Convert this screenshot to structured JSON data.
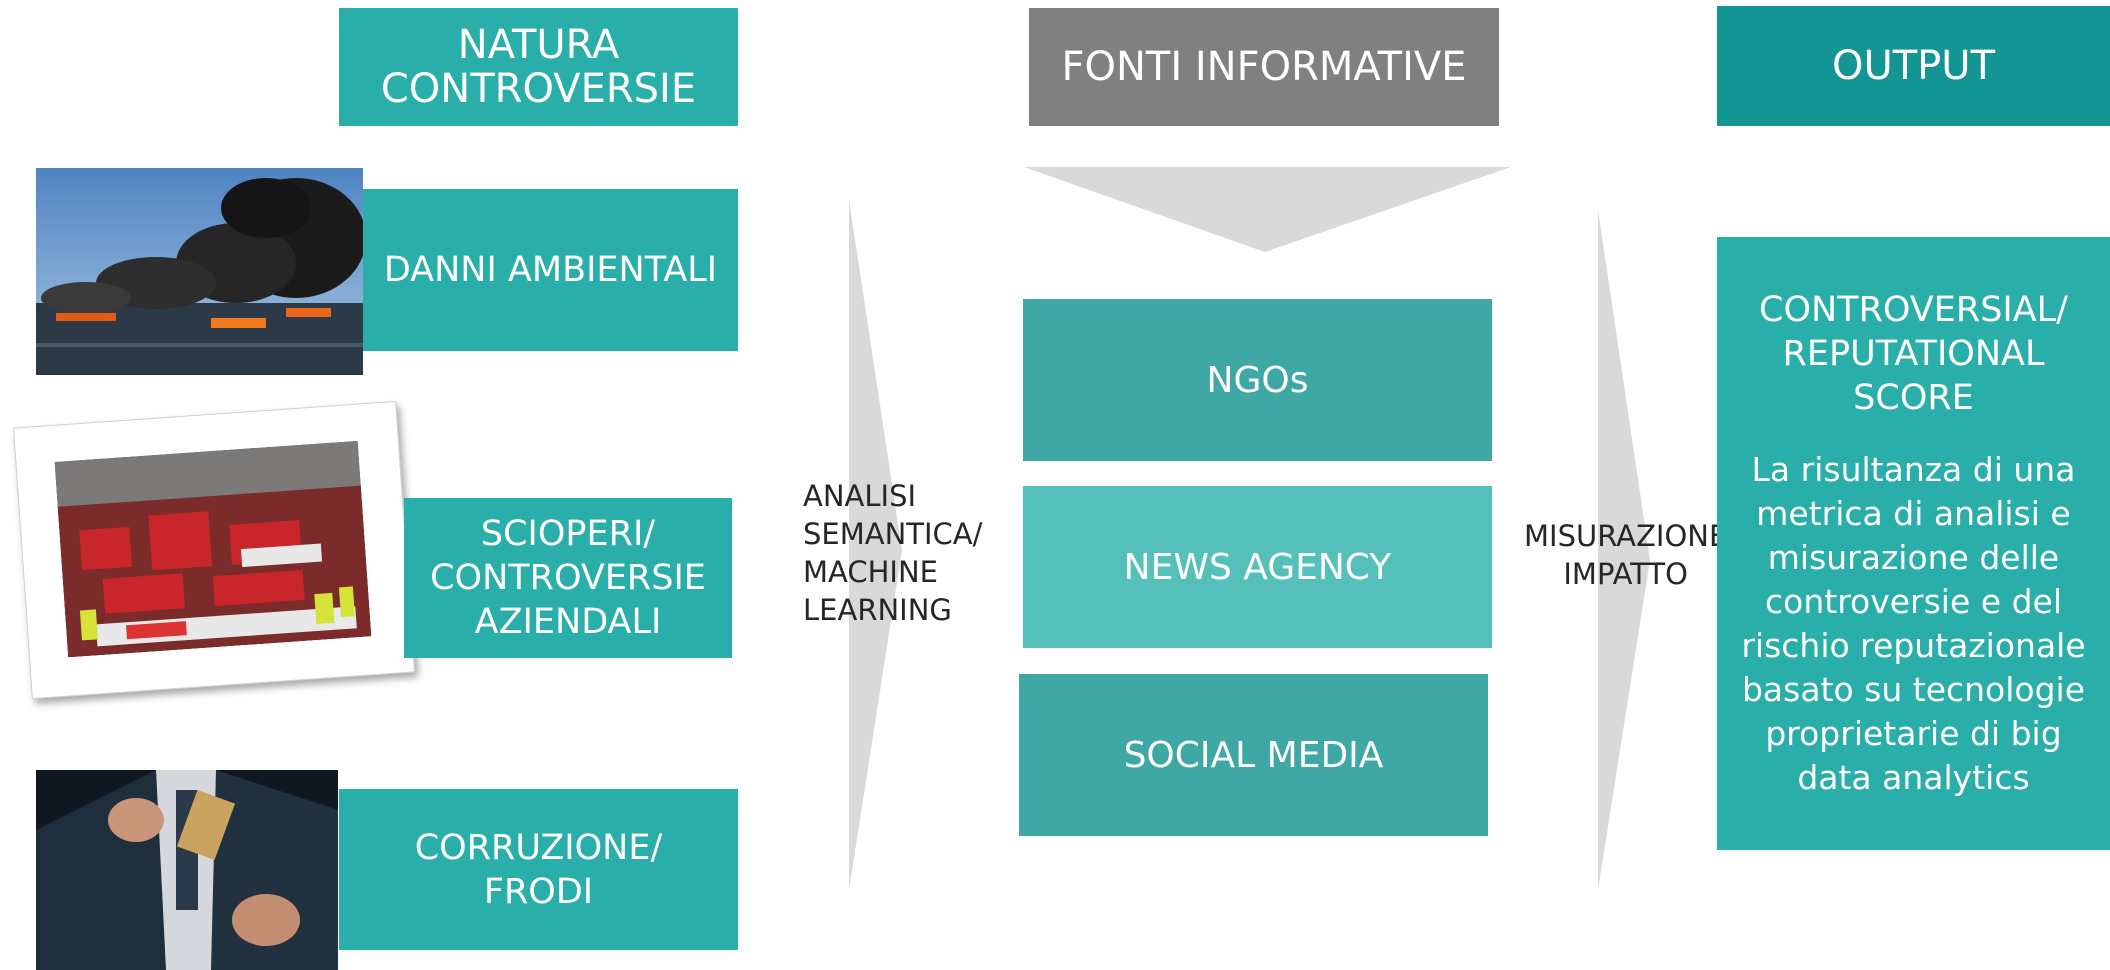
{
  "headers": {
    "natura": "NATURA\nCONTROVERSIE",
    "fonti": "FONTI INFORMATIVE",
    "output": "OUTPUT"
  },
  "categories": [
    {
      "label": "DANNI AMBIENTALI",
      "image": "oil-fire-at-sea"
    },
    {
      "label": "SCIOPERI/\nCONTROVERSIE\nAZIENDALI",
      "image": "strike-march-crowd"
    },
    {
      "label": "CORRUZIONE/\nFRODI",
      "image": "man-pocketing-money"
    }
  ],
  "flow": {
    "analysis_label": "ANALISI\nSEMANTICA/\nMACHINE\nLEARNING",
    "measure_label": "MISURAZIONE\nIMPATTO"
  },
  "sources": [
    "NGOs",
    "NEWS AGENCY",
    "SOCIAL MEDIA"
  ],
  "output": {
    "title": "CONTROVERSIAL/\nREPUTATIONAL\nSCORE",
    "description": "La risultanza di una metrica di analisi e misurazione delle controversie e del rischio reputazionale basato su tecnologie proprietarie di big data analytics"
  },
  "colors": {
    "teal": "#2aaea9",
    "teal_light": "#55c0ba",
    "teal_dark": "#139594",
    "gray": "#808080",
    "arrow_gray": "#d9d9d9"
  }
}
